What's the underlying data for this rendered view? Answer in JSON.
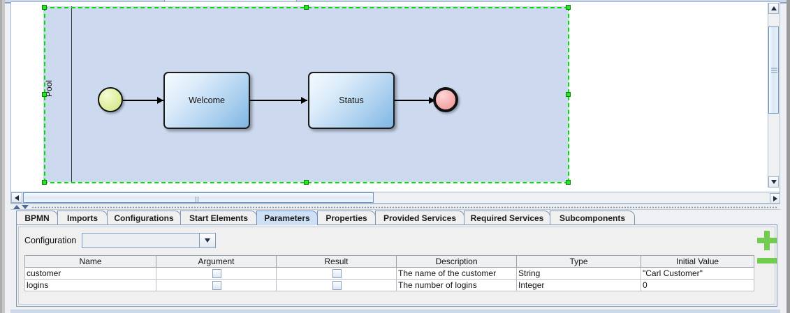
{
  "canvas": {
    "pool_label": "Pool",
    "nodes": [
      {
        "id": "start",
        "type": "start-event",
        "label": ""
      },
      {
        "id": "welcome",
        "type": "task",
        "label": "Welcome"
      },
      {
        "id": "status",
        "type": "task",
        "label": "Status"
      },
      {
        "id": "end",
        "type": "end-event",
        "label": ""
      }
    ],
    "colors": {
      "pool_fill": "#ccd9ef",
      "task_fill_light": "#f4fafe",
      "task_fill_dark": "#7fb6e3",
      "start_event_fill": "#e3f2a8",
      "end_event_fill": "#f7aeae",
      "selection_handle": "#27e527"
    }
  },
  "scrollbars": {
    "vertical_up_icon": "triangle-up-icon",
    "vertical_down_icon": "triangle-down-icon",
    "horizontal_left_icon": "triangle-left-icon",
    "horizontal_right_icon": "triangle-right-icon"
  },
  "splitter": {
    "collapse_up_icon": "triangle-up-icon",
    "collapse_down_icon": "triangle-down-icon"
  },
  "tabs": [
    {
      "label": "BPMN",
      "selected": false
    },
    {
      "label": "Imports",
      "selected": false
    },
    {
      "label": "Configurations",
      "selected": false
    },
    {
      "label": "Start Elements",
      "selected": false
    },
    {
      "label": "Parameters",
      "selected": true
    },
    {
      "label": "Properties",
      "selected": false
    },
    {
      "label": "Provided Services",
      "selected": false
    },
    {
      "label": "Required Services",
      "selected": false
    },
    {
      "label": "Subcomponents",
      "selected": false
    }
  ],
  "configuration": {
    "label": "Configuration",
    "value": "",
    "placeholder": "",
    "dropdown_icon": "chevron-down-icon"
  },
  "table": {
    "columns": [
      "Name",
      "Argument",
      "Result",
      "Description",
      "Type",
      "Initial Value"
    ],
    "rows": [
      {
        "name": "customer",
        "argument": false,
        "result": false,
        "description": "The name of the customer",
        "type": "String",
        "initial_value": "\"Carl Customer\""
      },
      {
        "name": "logins",
        "argument": false,
        "result": false,
        "description": "The number of logins",
        "type": "Integer",
        "initial_value": "0"
      }
    ]
  },
  "actions": {
    "add_icon": "plus-icon",
    "remove_icon": "minus-icon",
    "add_color": "#72cc50",
    "remove_color": "#72cc50"
  }
}
